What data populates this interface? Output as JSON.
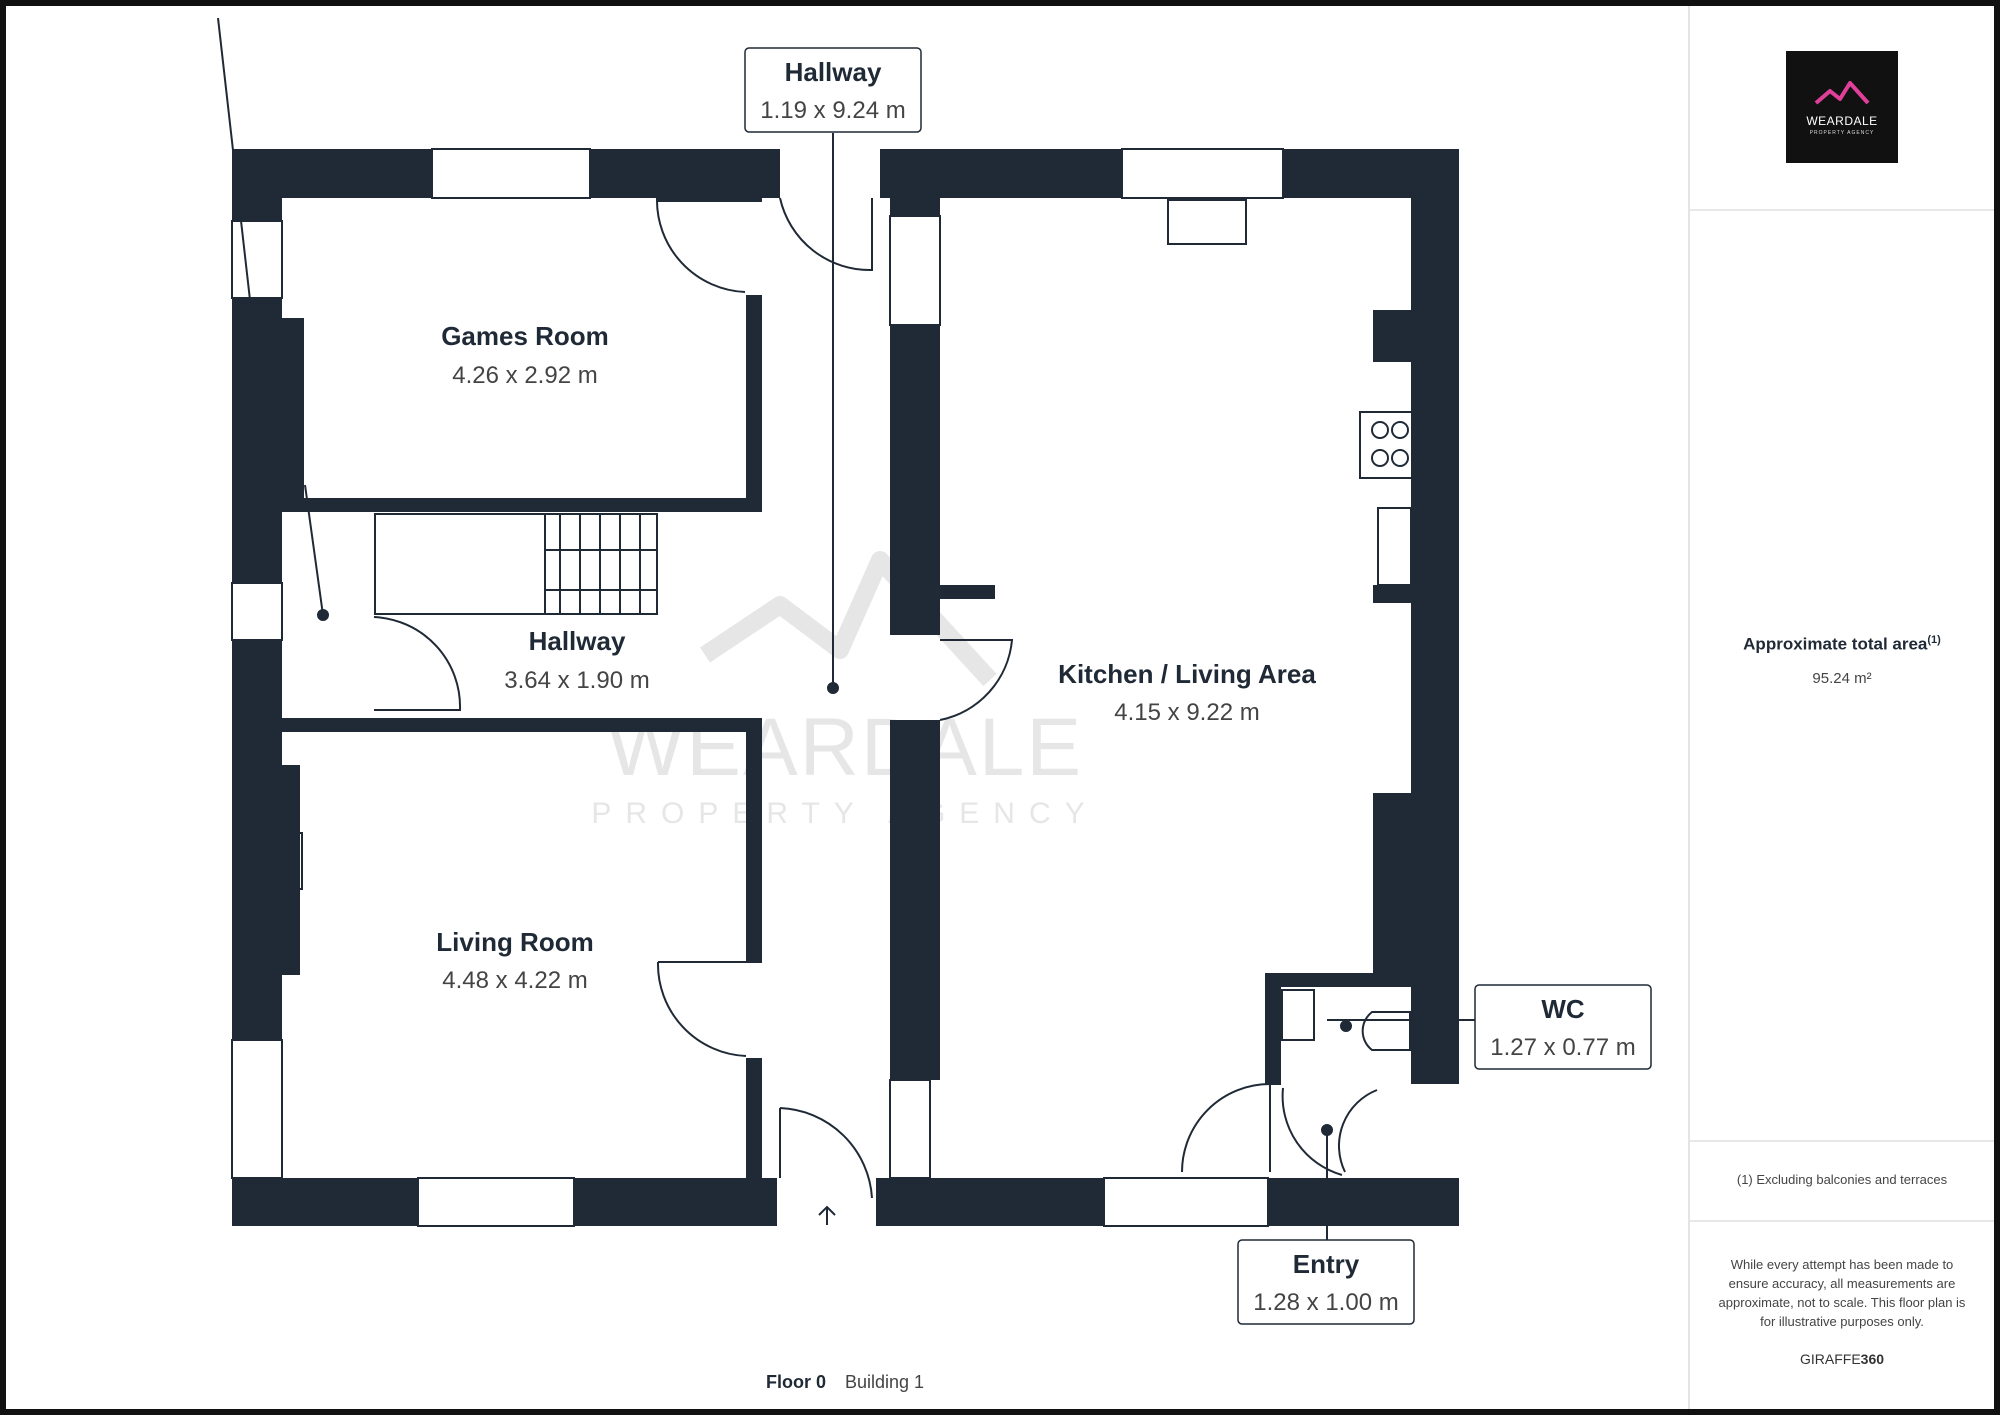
{
  "rooms": [
    {
      "key": "games",
      "name": "Games Room",
      "dims": "4.26 x 2.92 m"
    },
    {
      "key": "hall_upper",
      "name": "Hallway",
      "dims": "1.19 x 9.24 m",
      "callout": true
    },
    {
      "key": "hall_mid",
      "name": "Hallway",
      "dims": "3.64 x 1.90 m"
    },
    {
      "key": "kitchen",
      "name": "Kitchen / Living Area",
      "dims": "4.15 x 9.22 m"
    },
    {
      "key": "living",
      "name": "Living Room",
      "dims": "4.48 x 4.22 m"
    },
    {
      "key": "wc",
      "name": "WC",
      "dims": "1.27 x 0.77 m",
      "callout": true
    },
    {
      "key": "entry",
      "name": "Entry",
      "dims": "1.28 x 1.00 m",
      "callout": true
    }
  ],
  "watermark": {
    "name": "WEARDALE",
    "sub": "PROPERTY AGENCY"
  },
  "floor": {
    "label": "Floor 0",
    "building": "Building 1"
  },
  "sidebar": {
    "logo_name": "WEARDALE",
    "logo_sub": "PROPERTY AGENCY",
    "area_title": "Approximate total area",
    "area_footnote_mark": "(1)",
    "area_value": "95.24 m²",
    "footnote": "(1) Excluding balconies and terraces",
    "disclaimer": "While every attempt has been made to ensure accuracy, all measurements are approximate, not to scale. This floor plan is for illustrative purposes only.",
    "brand_light": "GIRAFFE",
    "brand_bold": "360"
  },
  "colors": {
    "wall": "#1f2a36",
    "accent": "#e0409a",
    "watermark": "#e4e4e4"
  }
}
